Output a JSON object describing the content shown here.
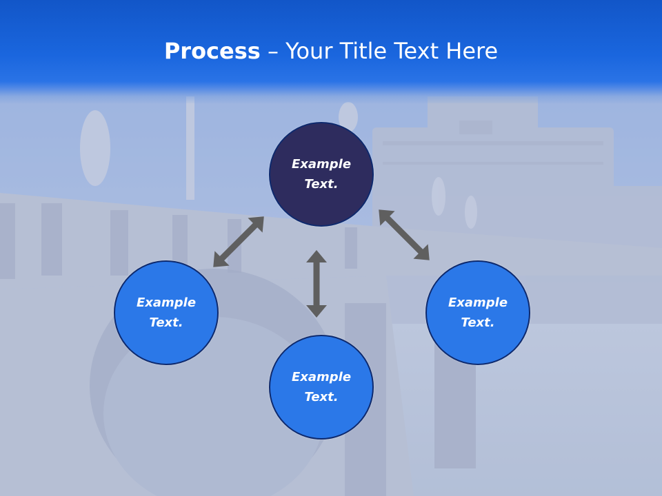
{
  "slide": {
    "title_bold": "Process",
    "title_separator": " – ",
    "title_rest": "Your Title Text Here"
  },
  "diagram": {
    "nodes": [
      {
        "id": "center",
        "label": "Example\nText.",
        "color": "#2e2c5e"
      },
      {
        "id": "left",
        "label": "Example\nText.",
        "color": "#2b78e8"
      },
      {
        "id": "right",
        "label": "Example\nText.",
        "color": "#2b78e8"
      },
      {
        "id": "bottom",
        "label": "Example\nText.",
        "color": "#2b78e8"
      }
    ],
    "arrows": [
      {
        "from": "center",
        "to": "left",
        "style": "double-headed"
      },
      {
        "from": "center",
        "to": "right",
        "style": "double-headed"
      },
      {
        "from": "center",
        "to": "bottom",
        "style": "double-headed"
      }
    ],
    "arrow_color": "#5f5f5f"
  },
  "colors": {
    "header_blue": "#1a66de",
    "node_dark": "#2e2c5e",
    "node_blue": "#2b78e8",
    "node_border": "#0e2a6e"
  }
}
